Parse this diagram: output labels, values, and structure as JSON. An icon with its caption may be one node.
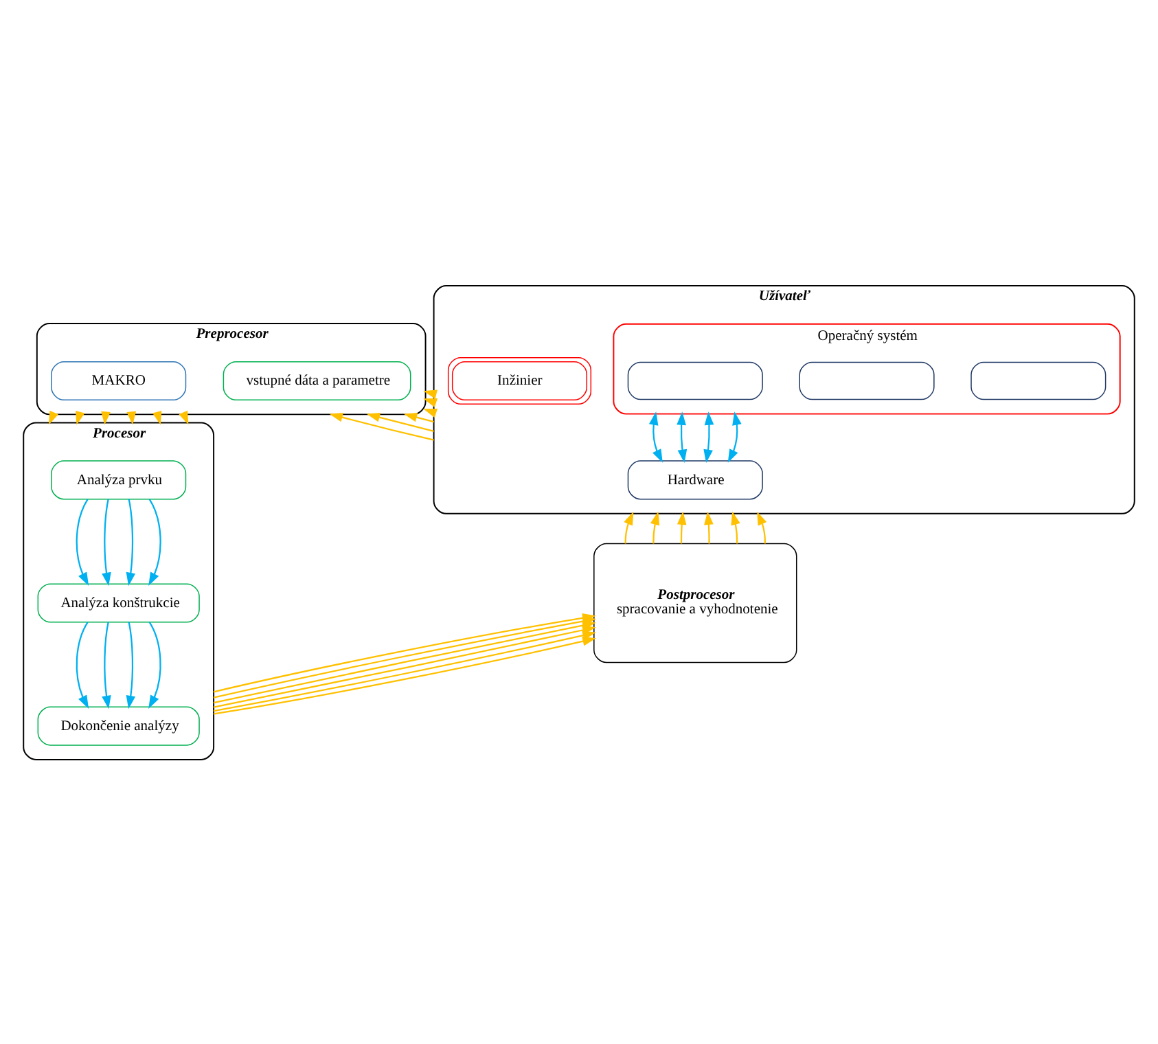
{
  "diagram": {
    "nodes": [
      {
        "text": [
          "Preprocesor"
        ]
      },
      {
        "text": [
          "vstupné dáta a parametre"
        ],
        "in": 0
      },
      {
        "text": [
          "MAKRO"
        ],
        "in": 0
      },
      {
        "text": [
          "Užívateľ"
        ]
      },
      {
        "text": [
          "Inžinier"
        ],
        "in": 3
      },
      {
        "text": [
          "Operačný systém"
        ],
        "in": 3
      },
      {
        "text": [],
        "shape": "box",
        "in": 5
      },
      {
        "text": [],
        "shape": "box",
        "in": 5
      },
      {
        "text": [],
        "shape": "box",
        "in": 5
      },
      {
        "text": [
          "Hardware"
        ],
        "in": 3
      },
      {
        "text": [
          "Procesor"
        ]
      },
      {
        "text": [
          "Analýza prvku"
        ],
        "in": 10
      },
      {
        "text": [
          "Analýza konštrukcie"
        ],
        "in": 10
      },
      {
        "text": [
          "Dokončenie analýzy"
        ],
        "in": 10
      },
      {
        "text": [
          "Postprocesor",
          "spracovanie a vyhodnotenie"
        ]
      }
    ],
    "edges": [
      {
        "from": 3,
        "to": 0,
        "arrow": "to"
      },
      {
        "from": 3,
        "to": 0,
        "arrow": "to"
      },
      {
        "from": 3,
        "to": 0,
        "arrow": "to"
      },
      {
        "from": 3,
        "to": 0,
        "arrow": "to"
      },
      {
        "from": 3,
        "to": 0,
        "arrow": "to"
      },
      {
        "from": 3,
        "to": 0,
        "arrow": "to"
      },
      {
        "from": 5,
        "to": 9,
        "arrow": "both",
        "color": "#00b0f0"
      },
      {
        "from": 5,
        "to": 9,
        "arrow": "both",
        "color": "#00b0f0"
      },
      {
        "from": 5,
        "to": 9,
        "arrow": "both",
        "color": "#00b0f0"
      },
      {
        "from": 5,
        "to": 9,
        "arrow": "both",
        "color": "#00b0f0"
      },
      {
        "from": 0,
        "to": 10,
        "arrow": "to"
      },
      {
        "from": 0,
        "to": 10,
        "arrow": "to"
      },
      {
        "from": 0,
        "to": 10,
        "arrow": "to"
      },
      {
        "from": 0,
        "to": 10,
        "arrow": "to"
      },
      {
        "from": 0,
        "to": 10,
        "arrow": "to"
      },
      {
        "from": 0,
        "to": 10,
        "arrow": "to"
      },
      {
        "from": 14,
        "to": 3,
        "arrow": "to"
      },
      {
        "from": 14,
        "to": 3,
        "arrow": "to"
      },
      {
        "from": 14,
        "to": 3,
        "arrow": "to"
      },
      {
        "from": 14,
        "to": 3,
        "arrow": "to"
      },
      {
        "from": 14,
        "to": 3,
        "arrow": "to"
      },
      {
        "from": 14,
        "to": 3,
        "arrow": "to"
      },
      {
        "from": 11,
        "to": 12,
        "arrow": "to",
        "color": "#00b0f0"
      },
      {
        "from": 11,
        "to": 12,
        "arrow": "to",
        "color": "#00b0f0"
      },
      {
        "from": 11,
        "to": 12,
        "arrow": "to",
        "color": "#00b0f0"
      },
      {
        "from": 11,
        "to": 12,
        "arrow": "to",
        "color": "#00b0f0"
      },
      {
        "from": 12,
        "to": 13,
        "arrow": "to",
        "color": "#00b0f0"
      },
      {
        "from": 12,
        "to": 13,
        "arrow": "to",
        "color": "#00b0f0"
      },
      {
        "from": 12,
        "to": 13,
        "arrow": "to",
        "color": "#00b0f0"
      },
      {
        "from": 12,
        "to": 13,
        "arrow": "to",
        "color": "#00b0f0"
      },
      {
        "from": 10,
        "to": 14,
        "arrow": "to"
      },
      {
        "from": 10,
        "to": 14,
        "arrow": "to"
      },
      {
        "from": 10,
        "to": 14,
        "arrow": "to"
      },
      {
        "from": 10,
        "to": 14,
        "arrow": "to"
      },
      {
        "from": 10,
        "to": 14,
        "arrow": "to"
      },
      {
        "from": 10,
        "to": 14,
        "arrow": "to"
      }
    ]
  }
}
